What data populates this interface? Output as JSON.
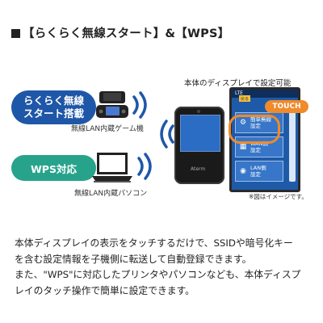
{
  "header": {
    "title": "【らくらく無線スタート】&【WPS】"
  },
  "labels": {
    "raku_line1": "らくらく無線",
    "raku_line2": "スタート搭載",
    "wps": "WPS対応"
  },
  "captions": {
    "game": "無線LAN内蔵ゲーム機",
    "pc": "無線LAN内蔵パソコン",
    "screen_setting": "本体のディスプレイで設定可能",
    "note": "※図はイメージです。"
  },
  "device_screen": {
    "status": "LTE",
    "tab": "戻る",
    "touch": "TOUCH",
    "brand": "Aterm",
    "tiles": [
      {
        "icon": "gear-icon",
        "label": "簡単無線\n設定"
      },
      {
        "icon": "wan-icon",
        "label": "WAN側\n設定"
      },
      {
        "icon": "wifi-icon",
        "label": "LAN側\n設定"
      }
    ]
  },
  "body": {
    "lines": [
      "本体ディスプレイの表示をタッチするだけで、SSIDや暗号化キー",
      "を含む設定情報を子機側に転送して自動登録できます。",
      "また、\"WPS\"に対応したプリンタやパソコンなども、本体ディスプ",
      "レイのタッチ操作で簡単に設定できます。"
    ]
  },
  "colors": {
    "blue_label": "#1f57a8",
    "teal_label": "#27a38c",
    "touch_orange": "#f08a2b",
    "wave_blue": "#1f57a8"
  }
}
